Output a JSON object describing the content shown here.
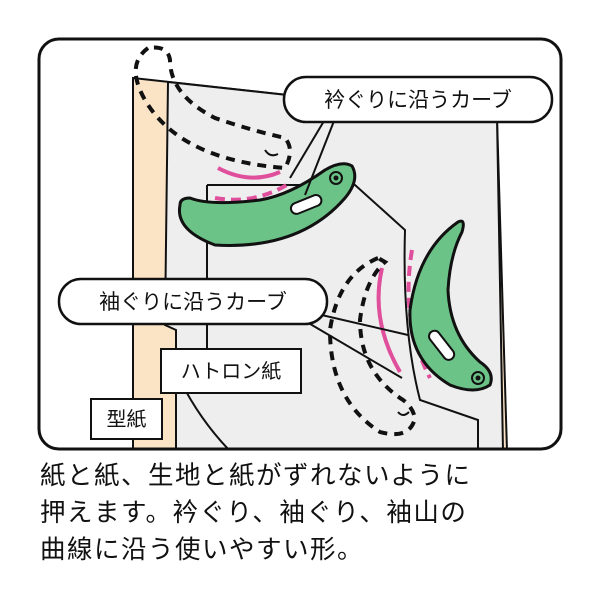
{
  "labels": {
    "collar_curve": "衿ぐりに沿うカーブ",
    "armhole_curve": "袖ぐりに沿うカーブ",
    "tracing_paper": "ハトロン紙",
    "pattern_paper": "型紙"
  },
  "caption": {
    "line1": "紙と紙、生地と紙がずれないように",
    "line2": "押えます。衿ぐり、袖ぐり、袖山の",
    "line3": "曲線に沿う使いやすい形。"
  },
  "colors": {
    "weight_green": "#6cc387",
    "curve_pink": "#e04f9c",
    "pattern_paper": "#fbe3c6",
    "tracing_paper": "#eeeeee",
    "outline": "#111111"
  }
}
